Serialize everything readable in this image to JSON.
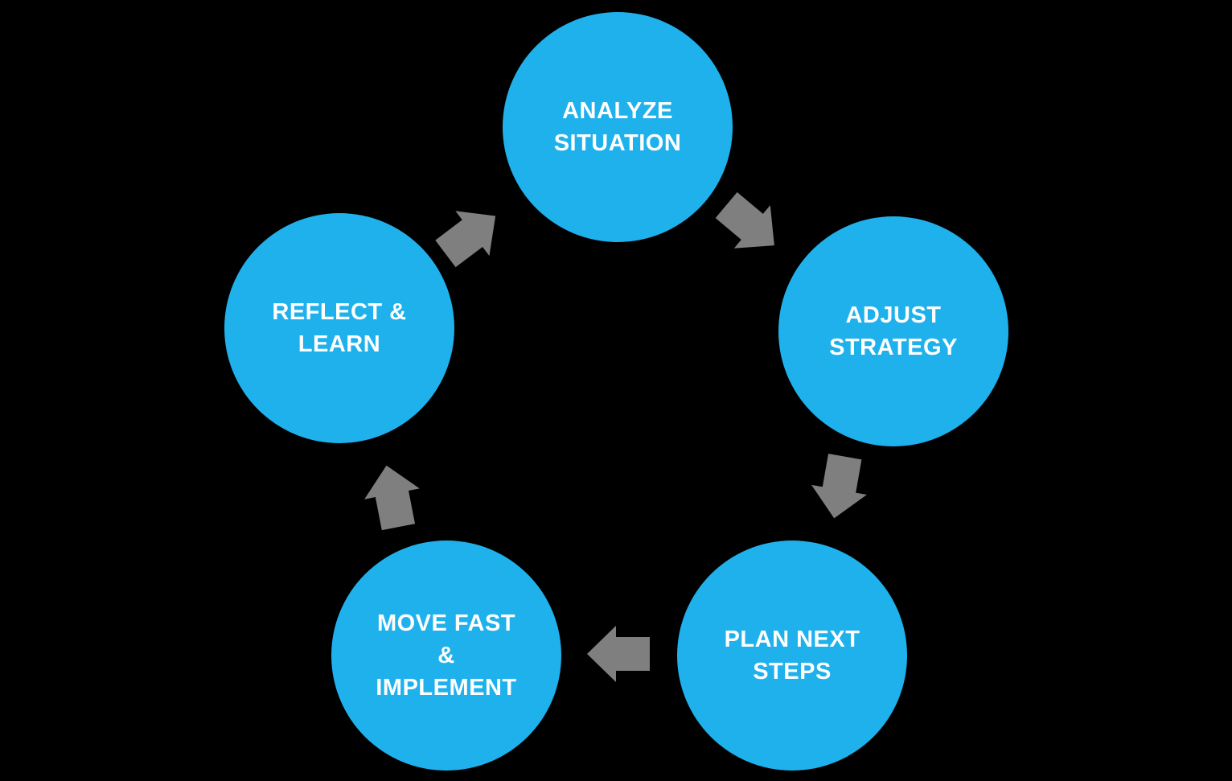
{
  "diagram": {
    "type": "cycle",
    "steps": [
      {
        "id": "analyze-situation",
        "label": "ANALYZE\nSITUATION"
      },
      {
        "id": "adjust-strategy",
        "label": "ADJUST\nSTRATEGY"
      },
      {
        "id": "plan-next-steps",
        "label": "PLAN NEXT\nSTEPS"
      },
      {
        "id": "move-fast-implement",
        "label": "MOVE FAST\n&\nIMPLEMENT"
      },
      {
        "id": "reflect-learn",
        "label": "REFLECT &\nLEARN"
      }
    ],
    "flow": [
      "analyze-situation -> adjust-strategy",
      "adjust-strategy -> plan-next-steps",
      "plan-next-steps -> move-fast-implement",
      "move-fast-implement -> reflect-learn",
      "reflect-learn -> analyze-situation"
    ],
    "colors": {
      "circle-fill": "#1FB1EC",
      "label-text": "#FFFFFF",
      "arrow-fill": "#7F7F7F",
      "background": "#000000"
    }
  }
}
